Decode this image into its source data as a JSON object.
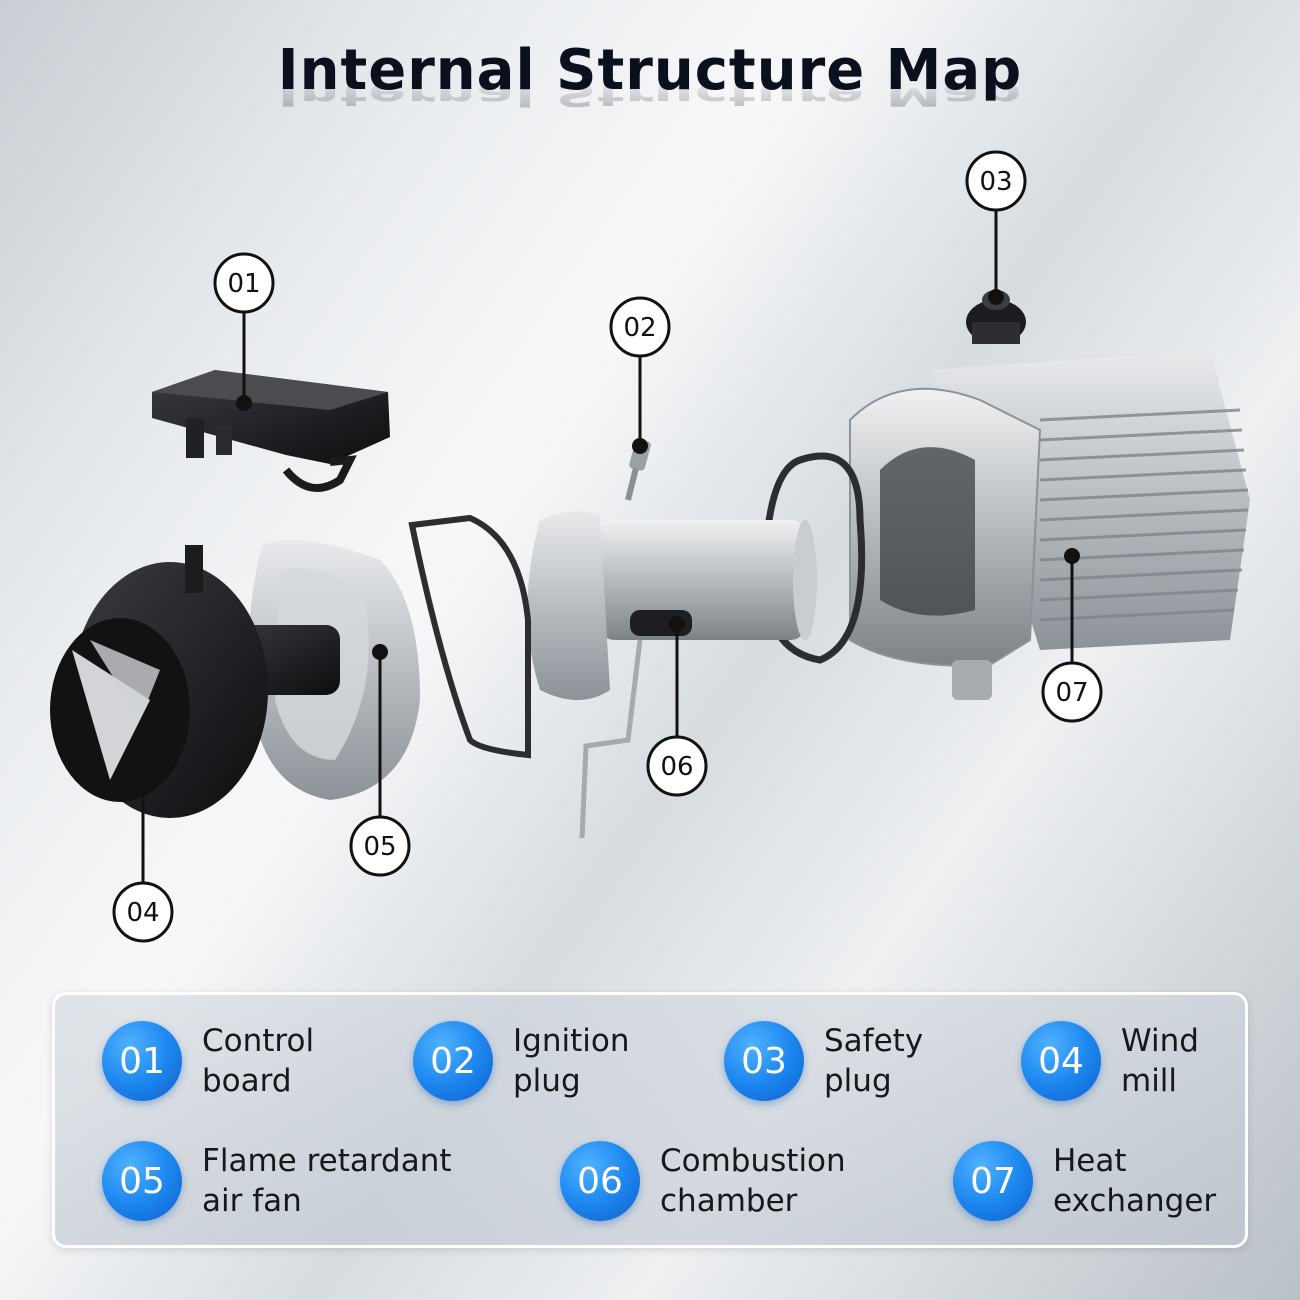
{
  "title": "Internal Structure Map",
  "callouts": [
    "01",
    "02",
    "03",
    "04",
    "05",
    "06",
    "07"
  ],
  "legend": [
    {
      "num": "01",
      "line1": "Control",
      "line2": "board"
    },
    {
      "num": "02",
      "line1": "Ignition",
      "line2": "plug"
    },
    {
      "num": "03",
      "line1": "Safety",
      "line2": "plug"
    },
    {
      "num": "04",
      "line1": "Wind",
      "line2": "mill"
    },
    {
      "num": "05",
      "line1": "Flame retardant",
      "line2": "air fan"
    },
    {
      "num": "06",
      "line1": "Combustion",
      "line2": "chamber"
    },
    {
      "num": "07",
      "line1": "Heat",
      "line2": "exchanger"
    }
  ],
  "colors": {
    "badge_blue": "#1e88f0",
    "title": "#0b0f1e"
  }
}
